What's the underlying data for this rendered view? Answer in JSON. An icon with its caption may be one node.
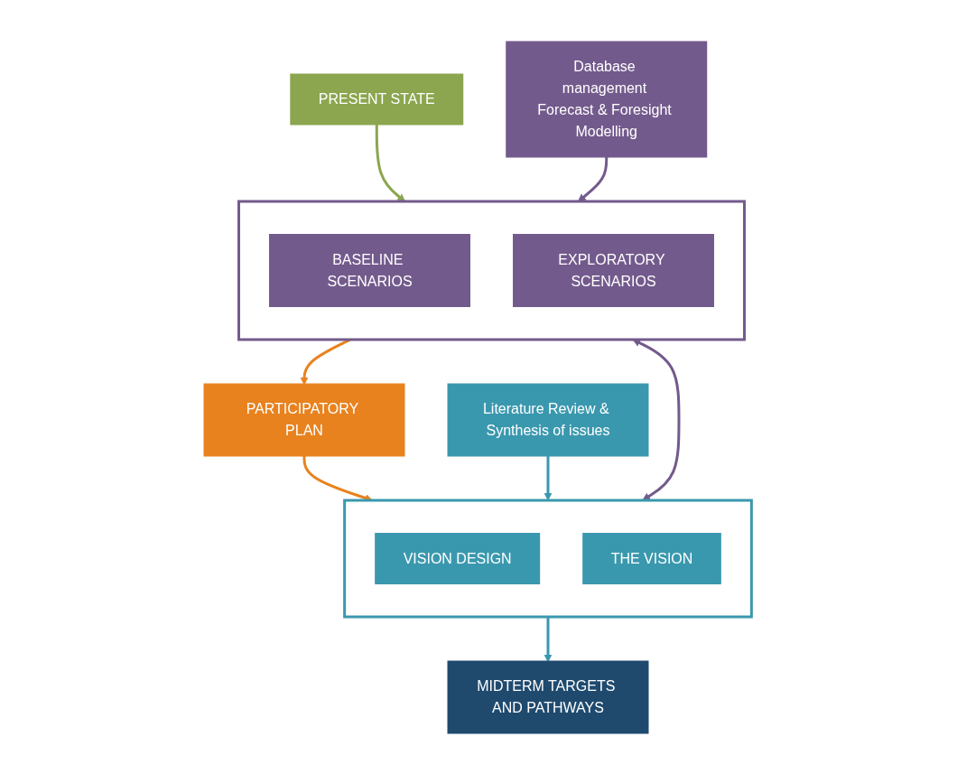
{
  "diagram": {
    "nodes": [
      {
        "text": [
          "PARTICIPATORY PLAN"
        ]
      },
      {
        "text": [
          "PRESENT STATE"
        ]
      },
      {
        "text": [
          "Literature Review & Synthesis of issues"
        ]
      },
      {
        "text": [],
        "shape": "box"
      },
      {
        "text": [
          "VISION DESIGN"
        ],
        "in": 3
      },
      {
        "text": [
          "THE VISION"
        ],
        "in": 3
      },
      {
        "text": [],
        "shape": "box"
      },
      {
        "text": [
          "BASELINE SCENARIOS"
        ],
        "in": 6
      },
      {
        "text": [
          "EXPLORATORY SCENARIOS"
        ],
        "in": 6
      },
      {
        "text": [
          "Database management Forecast & Foresight Modelling"
        ]
      },
      {
        "text": [
          "MIDTERM TARGETS AND PATHWAYS"
        ]
      }
    ],
    "edges": [
      {
        "from": 0,
        "to": 3,
        "arrow": "to",
        "color": "#e8821e"
      },
      {
        "from": 6,
        "to": 0,
        "arrow": "to",
        "color": "#e8821e"
      },
      {
        "from": 1,
        "to": 6,
        "arrow": "to",
        "color": "#8ba64e"
      },
      {
        "from": 2,
        "to": 3,
        "arrow": "to",
        "color": "#3a98ae"
      },
      {
        "from": 3,
        "to": 6,
        "arrow": "both",
        "color": "#735a8c"
      },
      {
        "from": 9,
        "to": 6,
        "arrow": "to",
        "color": "#735a8c"
      },
      {
        "from": 3,
        "to": 10,
        "arrow": "to",
        "color": "#3a98ae"
      }
    ]
  }
}
